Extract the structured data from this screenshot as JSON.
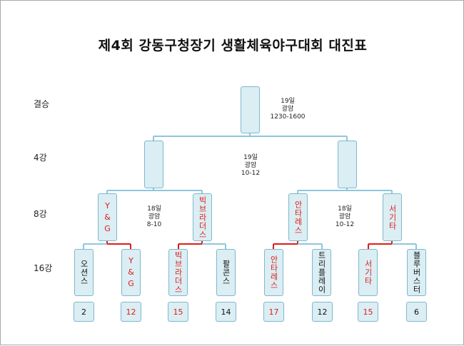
{
  "title": "제4회 강동구청장기 생활체육야구대회 대진표",
  "rounds": {
    "final": "결승",
    "semi": "4강",
    "quarter": "8강",
    "r16": "16강"
  },
  "notes": {
    "final": {
      "date": "19일",
      "venue": "광암",
      "time": "1230-1600"
    },
    "semi": {
      "date": "19일",
      "venue": "광암",
      "time": "10-12"
    },
    "quarter_left": {
      "date": "18일",
      "venue": "광암",
      "time": "8-10"
    },
    "quarter_right": {
      "date": "18일",
      "venue": "광암",
      "time": "10-12"
    }
  },
  "quarter": [
    {
      "name": [
        "Y",
        "&",
        "G"
      ],
      "color": "red"
    },
    {
      "name": "빅브라더스",
      "color": "red"
    },
    {
      "name": "안타레스",
      "color": "red"
    },
    {
      "name": "서기타",
      "color": "red"
    }
  ],
  "r16": [
    {
      "name": "오션스",
      "score": "2",
      "winner": false
    },
    {
      "name": [
        "Y",
        "&",
        "G"
      ],
      "score": "12",
      "winner": true
    },
    {
      "name": "빅브라더스",
      "score": "15",
      "winner": true
    },
    {
      "name": "팔콘스",
      "score": "14",
      "winner": false
    },
    {
      "name": "안타레스",
      "score": "17",
      "winner": true
    },
    {
      "name": "트리플레이",
      "score": "12",
      "winner": false
    },
    {
      "name": "서기타",
      "score": "15",
      "winner": true
    },
    {
      "name": "블루버스터",
      "score": "6",
      "winner": false
    }
  ],
  "colors": {
    "box_fill": "#daeef3",
    "box_border": "#7fb8cc",
    "connector": "#8cc7dc",
    "winner_line": "#e01b1b",
    "winner_text": "#e01b1b"
  }
}
